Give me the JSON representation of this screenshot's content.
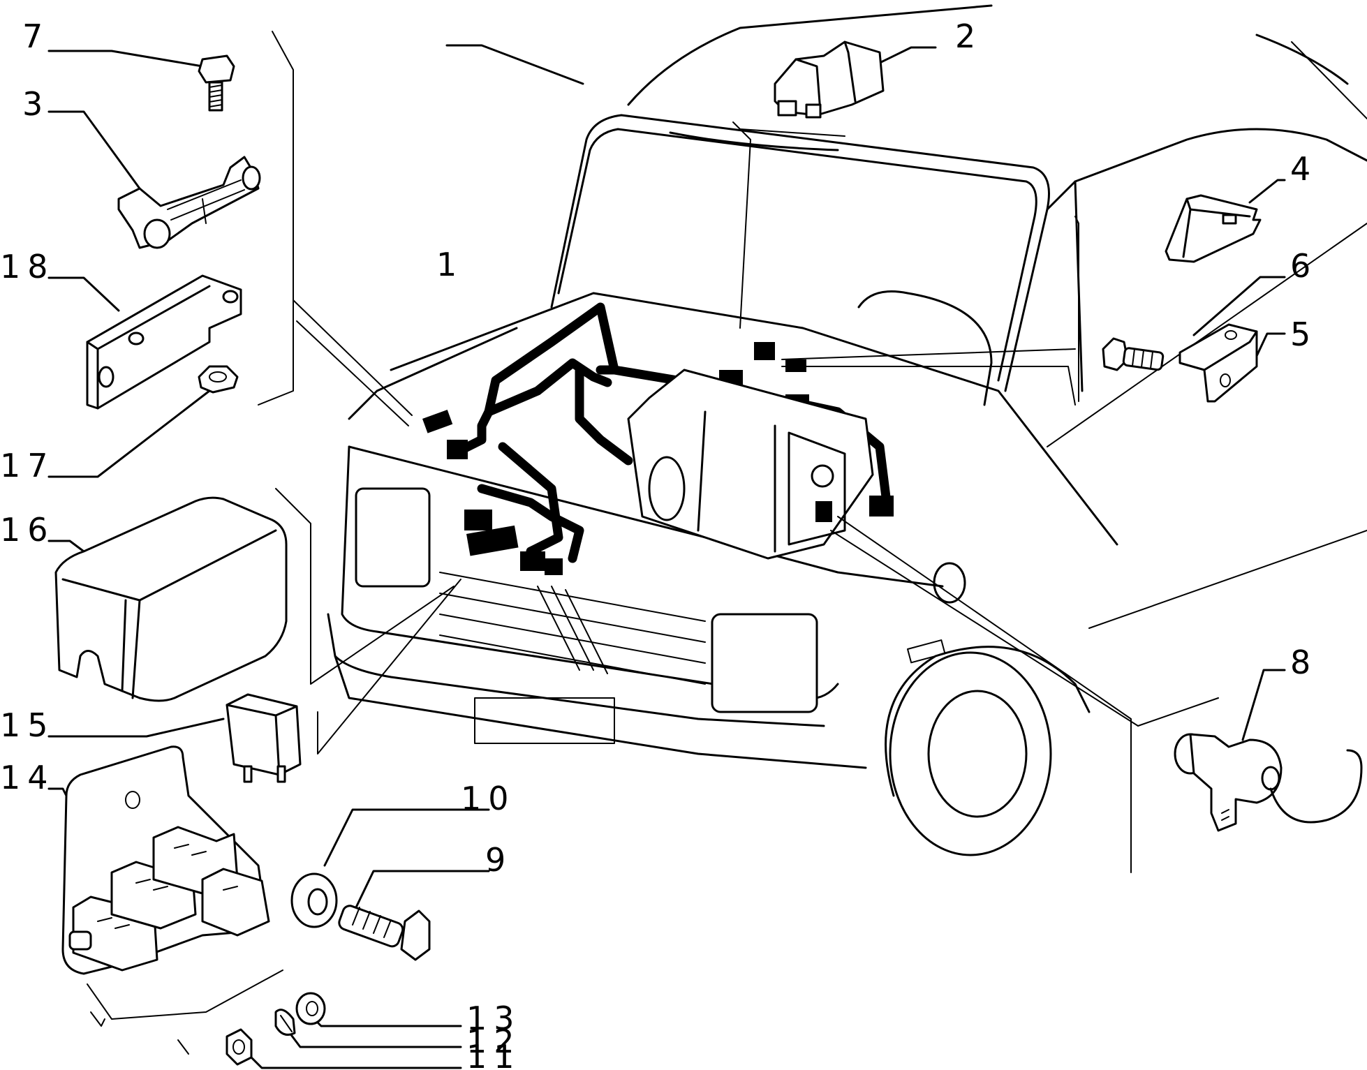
{
  "diagram": {
    "labels": [
      {
        "id": "label-1",
        "text": "1"
      },
      {
        "id": "label-2",
        "text": "2"
      },
      {
        "id": "label-3",
        "text": "3"
      },
      {
        "id": "label-4",
        "text": "4"
      },
      {
        "id": "label-5",
        "text": "5"
      },
      {
        "id": "label-6",
        "text": "6"
      },
      {
        "id": "label-7",
        "text": "7"
      },
      {
        "id": "label-8",
        "text": "8"
      },
      {
        "id": "label-9",
        "text": "9"
      },
      {
        "id": "label-10",
        "text": "10"
      },
      {
        "id": "label-11",
        "text": "11"
      },
      {
        "id": "label-12",
        "text": "12"
      },
      {
        "id": "label-13",
        "text": "13"
      },
      {
        "id": "label-14",
        "text": "14"
      },
      {
        "id": "label-15",
        "text": "15"
      },
      {
        "id": "label-16",
        "text": "16"
      },
      {
        "id": "label-17",
        "text": "17"
      },
      {
        "id": "label-18",
        "text": "18"
      }
    ]
  }
}
